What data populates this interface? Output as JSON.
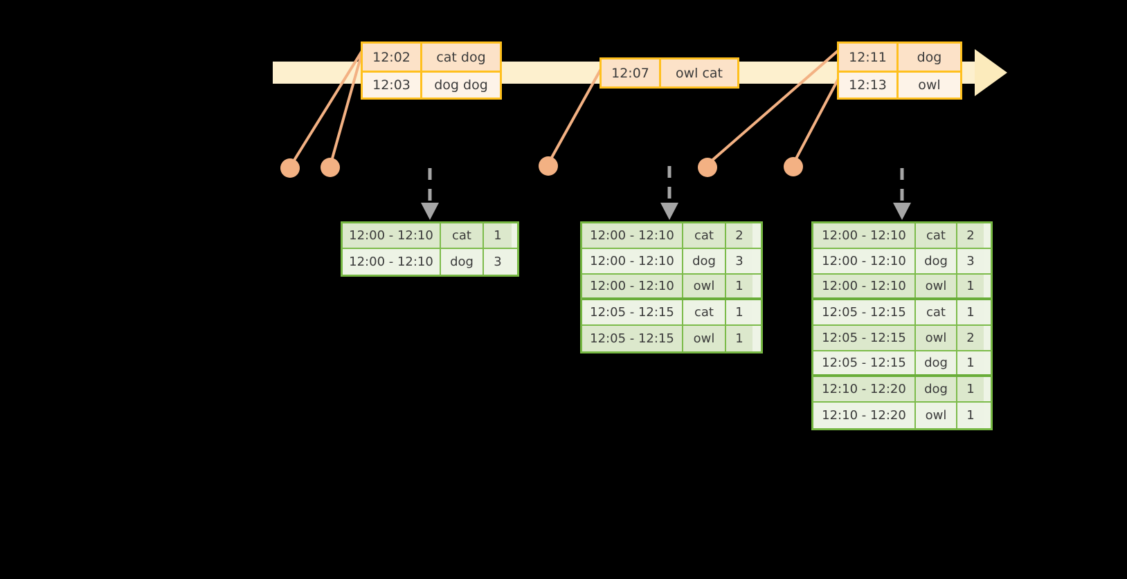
{
  "timeline": {
    "bar_color": "#FDF0CE",
    "arrow_color": "#FCEBBC",
    "event_groups": [
      {
        "name": "event-group-1",
        "rows": [
          {
            "time": "12:02",
            "payload": "cat dog"
          },
          {
            "time": "12:03",
            "payload": "dog dog"
          }
        ]
      },
      {
        "name": "event-group-2",
        "rows": [
          {
            "time": "12:07",
            "payload": "owl cat"
          }
        ]
      },
      {
        "name": "event-group-3",
        "rows": [
          {
            "time": "12:11",
            "payload": "dog"
          },
          {
            "time": "12:13",
            "payload": "owl"
          }
        ]
      }
    ]
  },
  "connectors": {
    "dot_color": "#F3B183",
    "line_color": "#F3B183",
    "count": 5
  },
  "flow_arrows": {
    "color": "#A6A6A6",
    "style": "dashed",
    "count": 3
  },
  "tables": [
    {
      "name": "result-table-1",
      "border_color": "#76B743",
      "rows": [
        {
          "range": "12:00 - 12:10",
          "word": "cat",
          "count": "1",
          "shade": "shade",
          "groupend": false
        },
        {
          "range": "12:00 - 12:10",
          "word": "dog",
          "count": "3",
          "shade": "plain",
          "groupend": false
        }
      ]
    },
    {
      "name": "result-table-2",
      "border_color": "#76B743",
      "rows": [
        {
          "range": "12:00 - 12:10",
          "word": "cat",
          "count": "2",
          "shade": "shade",
          "groupend": false
        },
        {
          "range": "12:00 - 12:10",
          "word": "dog",
          "count": "3",
          "shade": "plain",
          "groupend": false
        },
        {
          "range": "12:00 - 12:10",
          "word": "owl",
          "count": "1",
          "shade": "shade",
          "groupend": true
        },
        {
          "range": "12:05 - 12:15",
          "word": "cat",
          "count": "1",
          "shade": "plain",
          "groupend": false
        },
        {
          "range": "12:05 - 12:15",
          "word": "owl",
          "count": "1",
          "shade": "shade",
          "groupend": false
        }
      ]
    },
    {
      "name": "result-table-3",
      "border_color": "#76B743",
      "rows": [
        {
          "range": "12:00 - 12:10",
          "word": "cat",
          "count": "2",
          "shade": "shade",
          "groupend": false
        },
        {
          "range": "12:00 - 12:10",
          "word": "dog",
          "count": "3",
          "shade": "plain",
          "groupend": false
        },
        {
          "range": "12:00 - 12:10",
          "word": "owl",
          "count": "1",
          "shade": "shade",
          "groupend": true
        },
        {
          "range": "12:05 - 12:15",
          "word": "cat",
          "count": "1",
          "shade": "plain",
          "groupend": false
        },
        {
          "range": "12:05 - 12:15",
          "word": "owl",
          "count": "2",
          "shade": "shade",
          "groupend": false
        },
        {
          "range": "12:05 - 12:15",
          "word": "dog",
          "count": "1",
          "shade": "plain",
          "groupend": true
        },
        {
          "range": "12:10 - 12:20",
          "word": "dog",
          "count": "1",
          "shade": "shade",
          "groupend": false
        },
        {
          "range": "12:10 - 12:20",
          "word": "owl",
          "count": "1",
          "shade": "plain",
          "groupend": false
        }
      ]
    }
  ]
}
